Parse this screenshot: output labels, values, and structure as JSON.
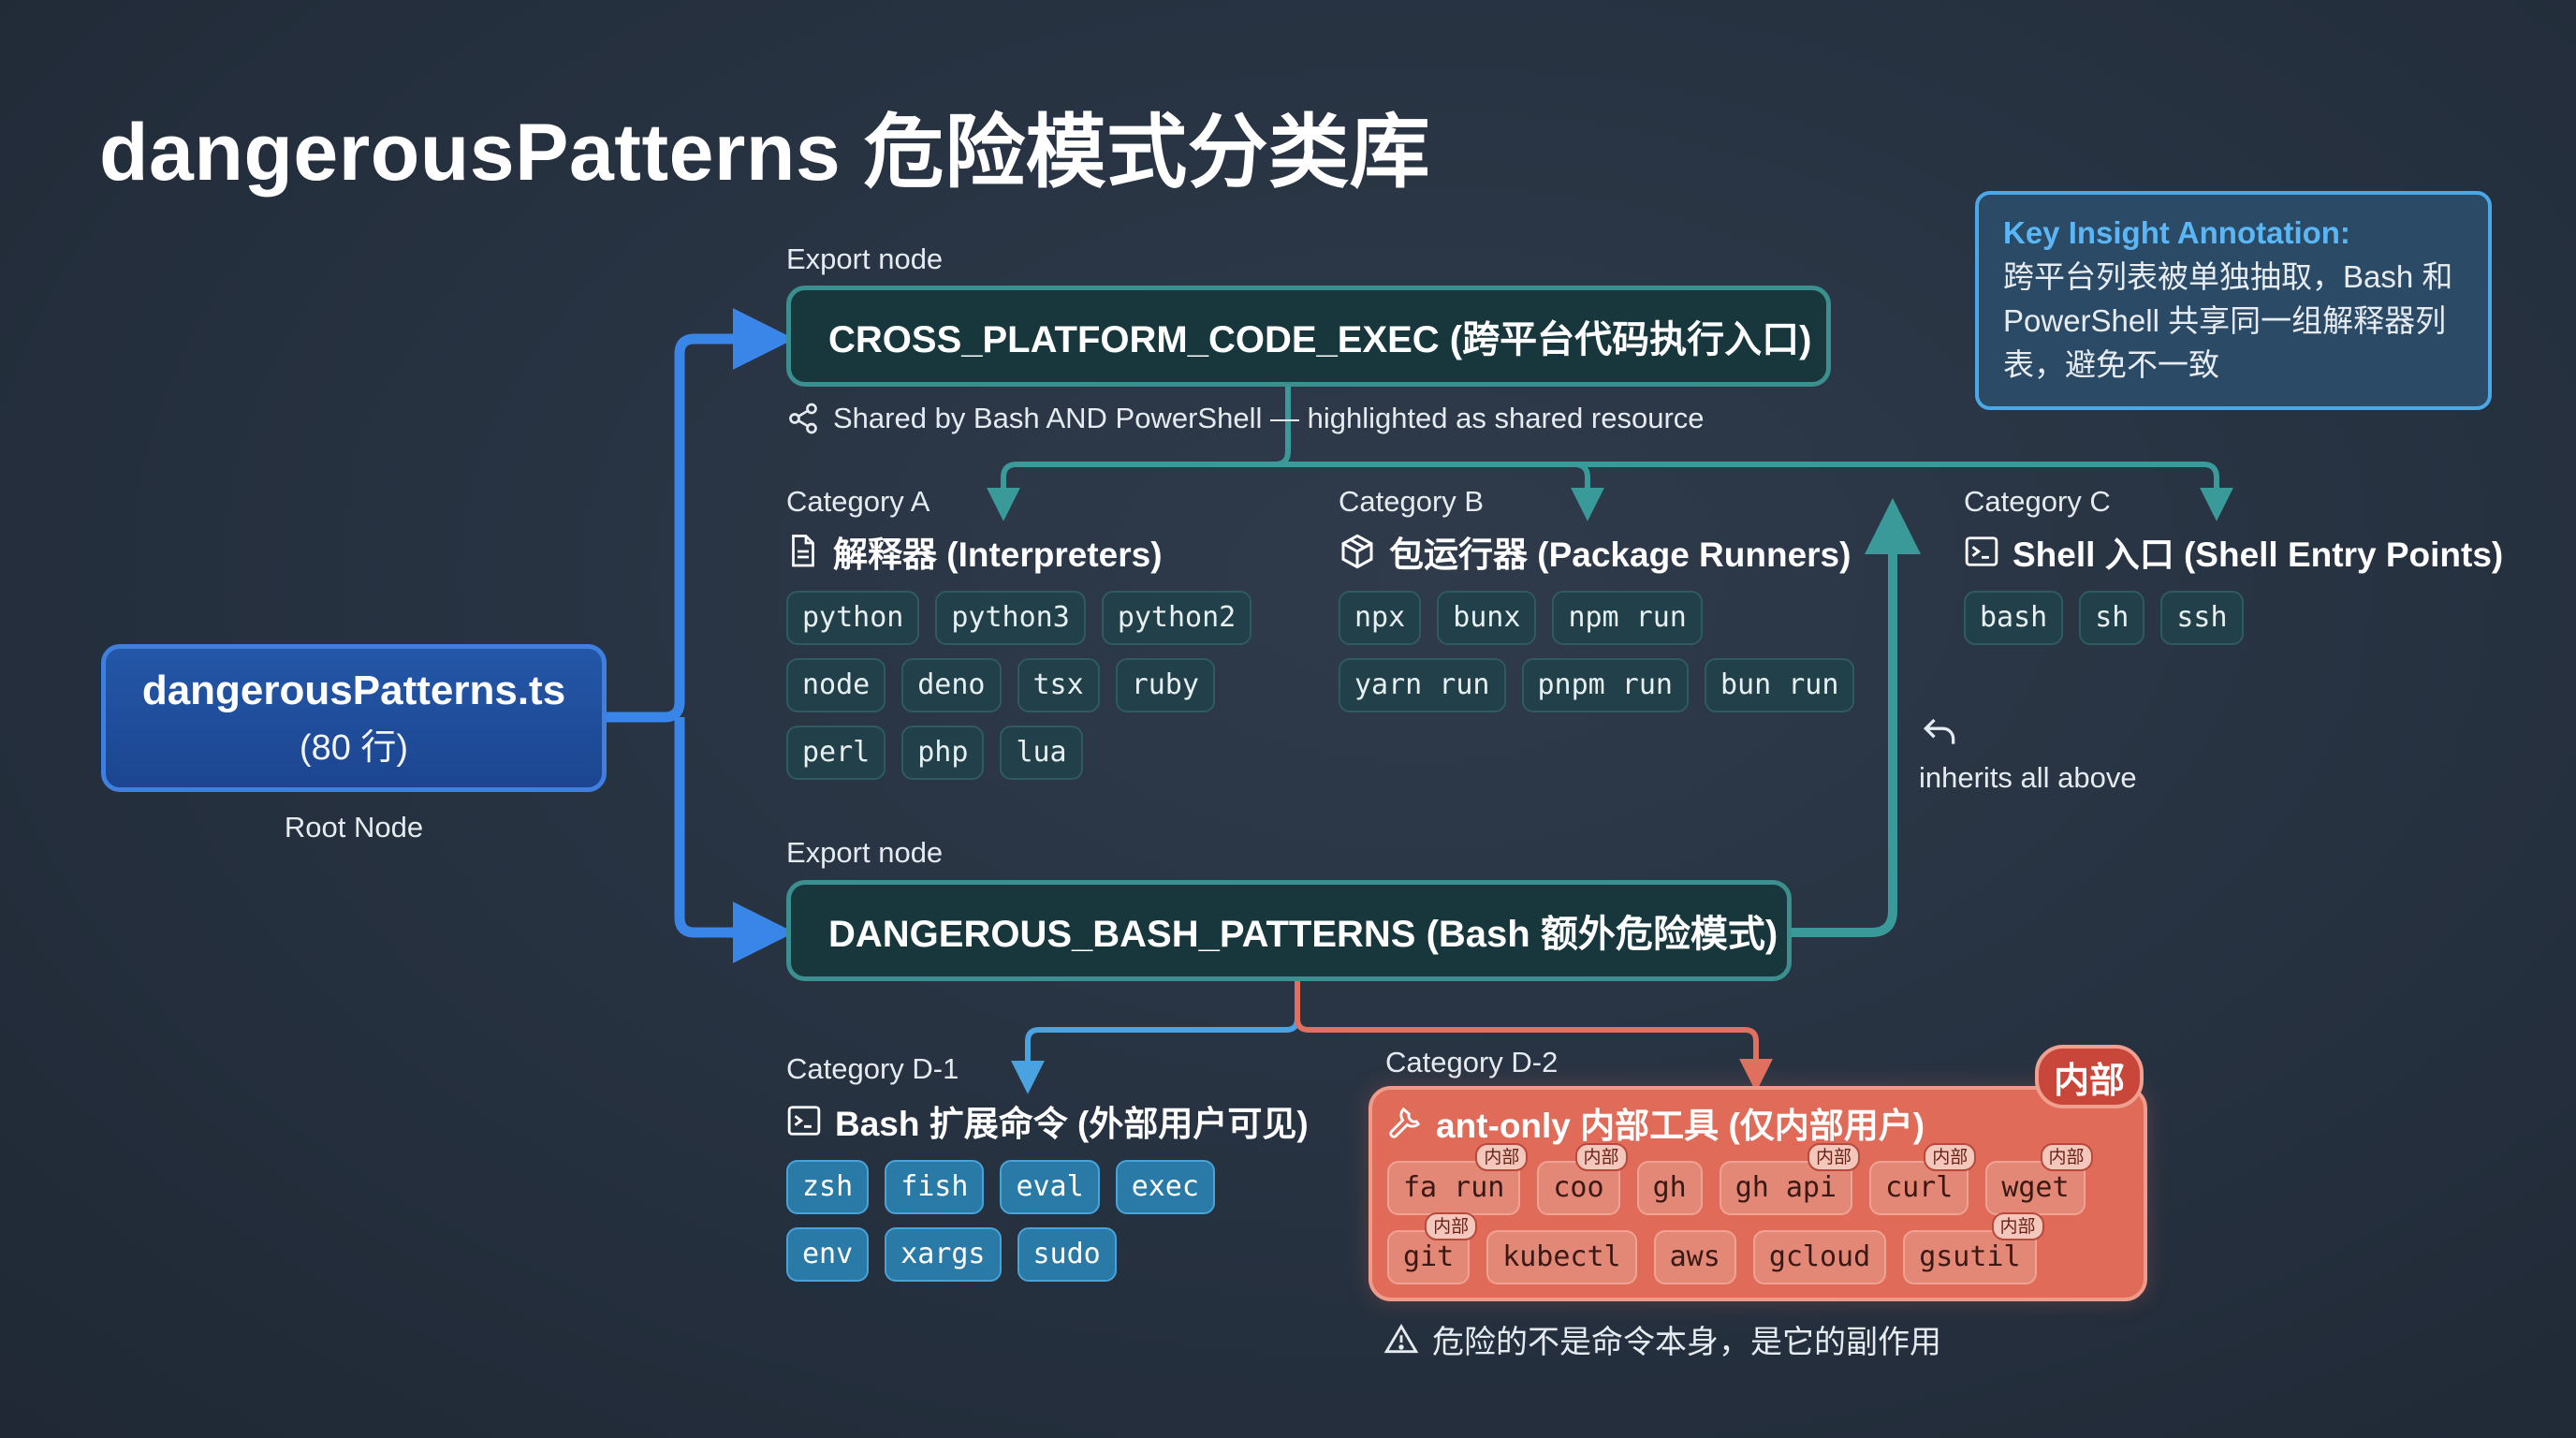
{
  "title": "dangerousPatterns 危险模式分类库",
  "root": {
    "name": "dangerousPatterns.ts",
    "lines": "(80 行)",
    "caption": "Root Node"
  },
  "export_top": {
    "caption": "Export node",
    "name": "CROSS_PLATFORM_CODE_EXEC (跨平台代码执行入口)",
    "shared_note": "Shared by Bash AND PowerShell — highlighted as shared resource"
  },
  "export_bottom": {
    "caption": "Export node",
    "name": "DANGEROUS_BASH_PATTERNS (Bash 额外危险模式)"
  },
  "category_a": {
    "label": "Category A",
    "heading": "解释器 (Interpreters)",
    "icon": "file-icon",
    "items": [
      "python",
      "python3",
      "python2",
      "node",
      "deno",
      "tsx",
      "ruby",
      "perl",
      "php",
      "lua"
    ]
  },
  "category_b": {
    "label": "Category B",
    "heading": "包运行器 (Package Runners)",
    "icon": "package-icon",
    "items": [
      "npx",
      "bunx",
      "npm run",
      "yarn run",
      "pnpm run",
      "bun run"
    ]
  },
  "category_c": {
    "label": "Category C",
    "heading": "Shell 入口 (Shell Entry Points)",
    "icon": "terminal-icon",
    "items": [
      "bash",
      "sh",
      "ssh"
    ]
  },
  "inherits_note": "inherits all above",
  "category_d1": {
    "label": "Category D-1",
    "heading": "Bash 扩展命令 (外部用户可见)",
    "icon": "terminal-icon",
    "items": [
      "zsh",
      "fish",
      "eval",
      "exec",
      "env",
      "xargs",
      "sudo"
    ]
  },
  "category_d2": {
    "label": "Category D-2",
    "heading": "ant-only 内部工具 (仅内部用户)",
    "icon": "wrench-icon",
    "badge": "内部",
    "items": [
      {
        "text": "fa run",
        "tag": "内部"
      },
      {
        "text": "coo",
        "tag": "内部"
      },
      {
        "text": "gh",
        "tag": ""
      },
      {
        "text": "gh api",
        "tag": "内部"
      },
      {
        "text": "curl",
        "tag": "内部"
      },
      {
        "text": "wget",
        "tag": "内部"
      },
      {
        "text": "git",
        "tag": "内部"
      },
      {
        "text": "kubectl",
        "tag": ""
      },
      {
        "text": "aws",
        "tag": ""
      },
      {
        "text": "gcloud",
        "tag": ""
      },
      {
        "text": "gsutil",
        "tag": "内部"
      }
    ],
    "warning": "危险的不是命令本身，是它的副作用"
  },
  "key_insight": {
    "title": "Key Insight Annotation:",
    "body": "跨平台列表被单独抽取，Bash 和 PowerShell 共享同一组解释器列表，避免不一致"
  },
  "colors": {
    "root_blue": "#1c4590",
    "export_teal": "#3b8f8f",
    "d1_blue": "#2a7aa8",
    "d2_red": "#df6b58",
    "insight_border": "#4aa8e8"
  }
}
